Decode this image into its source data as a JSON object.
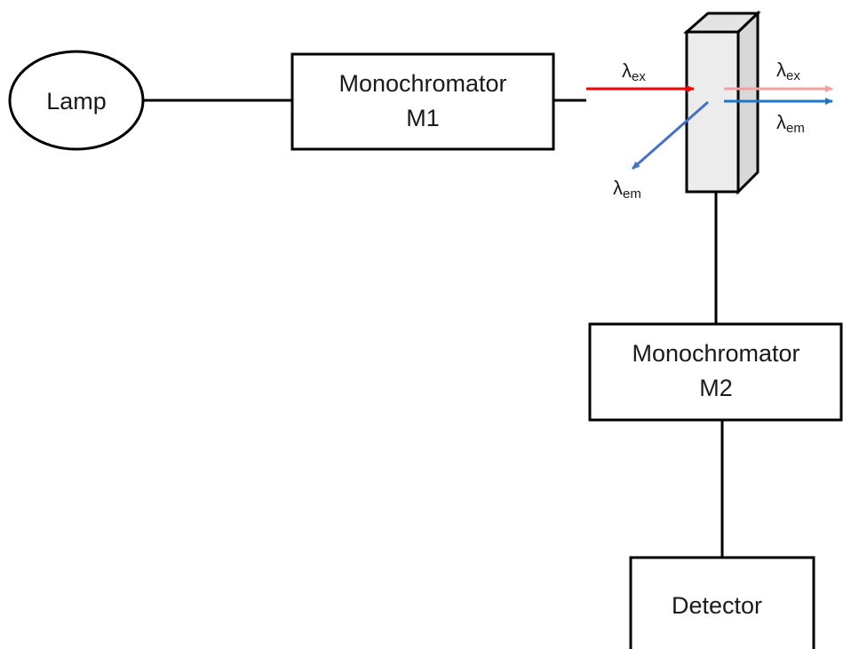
{
  "blocks": {
    "lamp": {
      "label": "Lamp"
    },
    "monochromator_m1": {
      "line1": "Monochromator",
      "line2": "M1"
    },
    "monochromator_m2": {
      "line1": "Monochromator",
      "line2": "M2"
    },
    "detector": {
      "label": "Detector"
    }
  },
  "beams": {
    "excitation_in": {
      "symbol": "λ",
      "subscript": "ex"
    },
    "excitation_out": {
      "symbol": "λ",
      "subscript": "ex"
    },
    "emission_out": {
      "symbol": "λ",
      "subscript": "em"
    },
    "emission_reflected": {
      "symbol": "λ",
      "subscript": "em"
    }
  },
  "colors": {
    "line": "#000000",
    "cuvette_fill": "#ececec",
    "excitation": "#ff0000",
    "excitation_light": "#f4a0a0",
    "emission": "#1f77c4",
    "emission_reflected": "#4472c4"
  }
}
